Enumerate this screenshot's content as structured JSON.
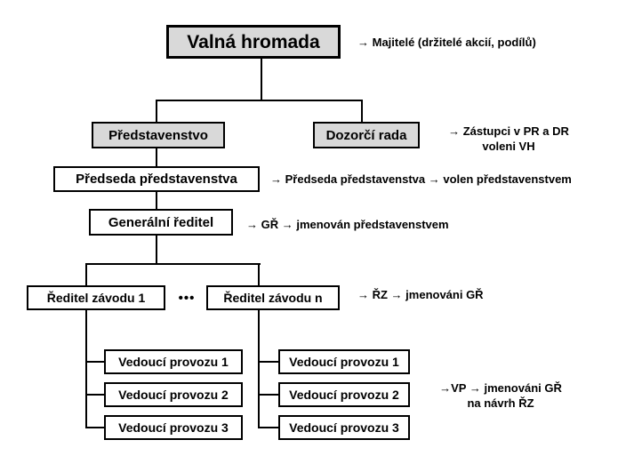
{
  "diagram": {
    "kind": "organizational-chart",
    "language": "cs"
  },
  "nodes": {
    "valna_hromada": "Valná hromada",
    "predstavenstvo": "Představenstvo",
    "dozorci_rada": "Dozorčí rada",
    "predseda_predstavenstva": "Předseda představenstva",
    "generalni_reditel": "Generální ředitel",
    "reditel_zavodu_1": "Ředitel závodu 1",
    "ellipsis": "•••",
    "reditel_zavodu_n": "Ředitel závodu n",
    "vedouci_left": [
      "Vedoucí provozu 1",
      "Vedoucí provozu 2",
      "Vedoucí provozu 3"
    ],
    "vedouci_right": [
      "Vedoucí provozu 1",
      "Vedoucí provozu 2",
      "Vedoucí provozu 3"
    ]
  },
  "annotations": {
    "majitele": {
      "line1": "→  Majitelé (držitelé akcií, podílů)"
    },
    "zastupci": {
      "line1": "→  Zástupci v PR a DR",
      "line2": "voleni VH"
    },
    "predseda": {
      "line1": "→  Předseda představenstva → volen  představenstvem"
    },
    "gr": {
      "line1": "→  GŘ → jmenován představenstvem"
    },
    "rz": {
      "line1": "→ ŘZ → jmenováni GŘ"
    },
    "vp": {
      "line1": "→VP → jmenováni GŘ",
      "line2": "na návrh ŘZ"
    }
  },
  "colors": {
    "box_fill_top_tiers": "#d9d9d9",
    "box_fill_lower_tiers": "#ffffff",
    "border_and_lines": "#000000",
    "text": "#000000",
    "background": "#ffffff"
  }
}
